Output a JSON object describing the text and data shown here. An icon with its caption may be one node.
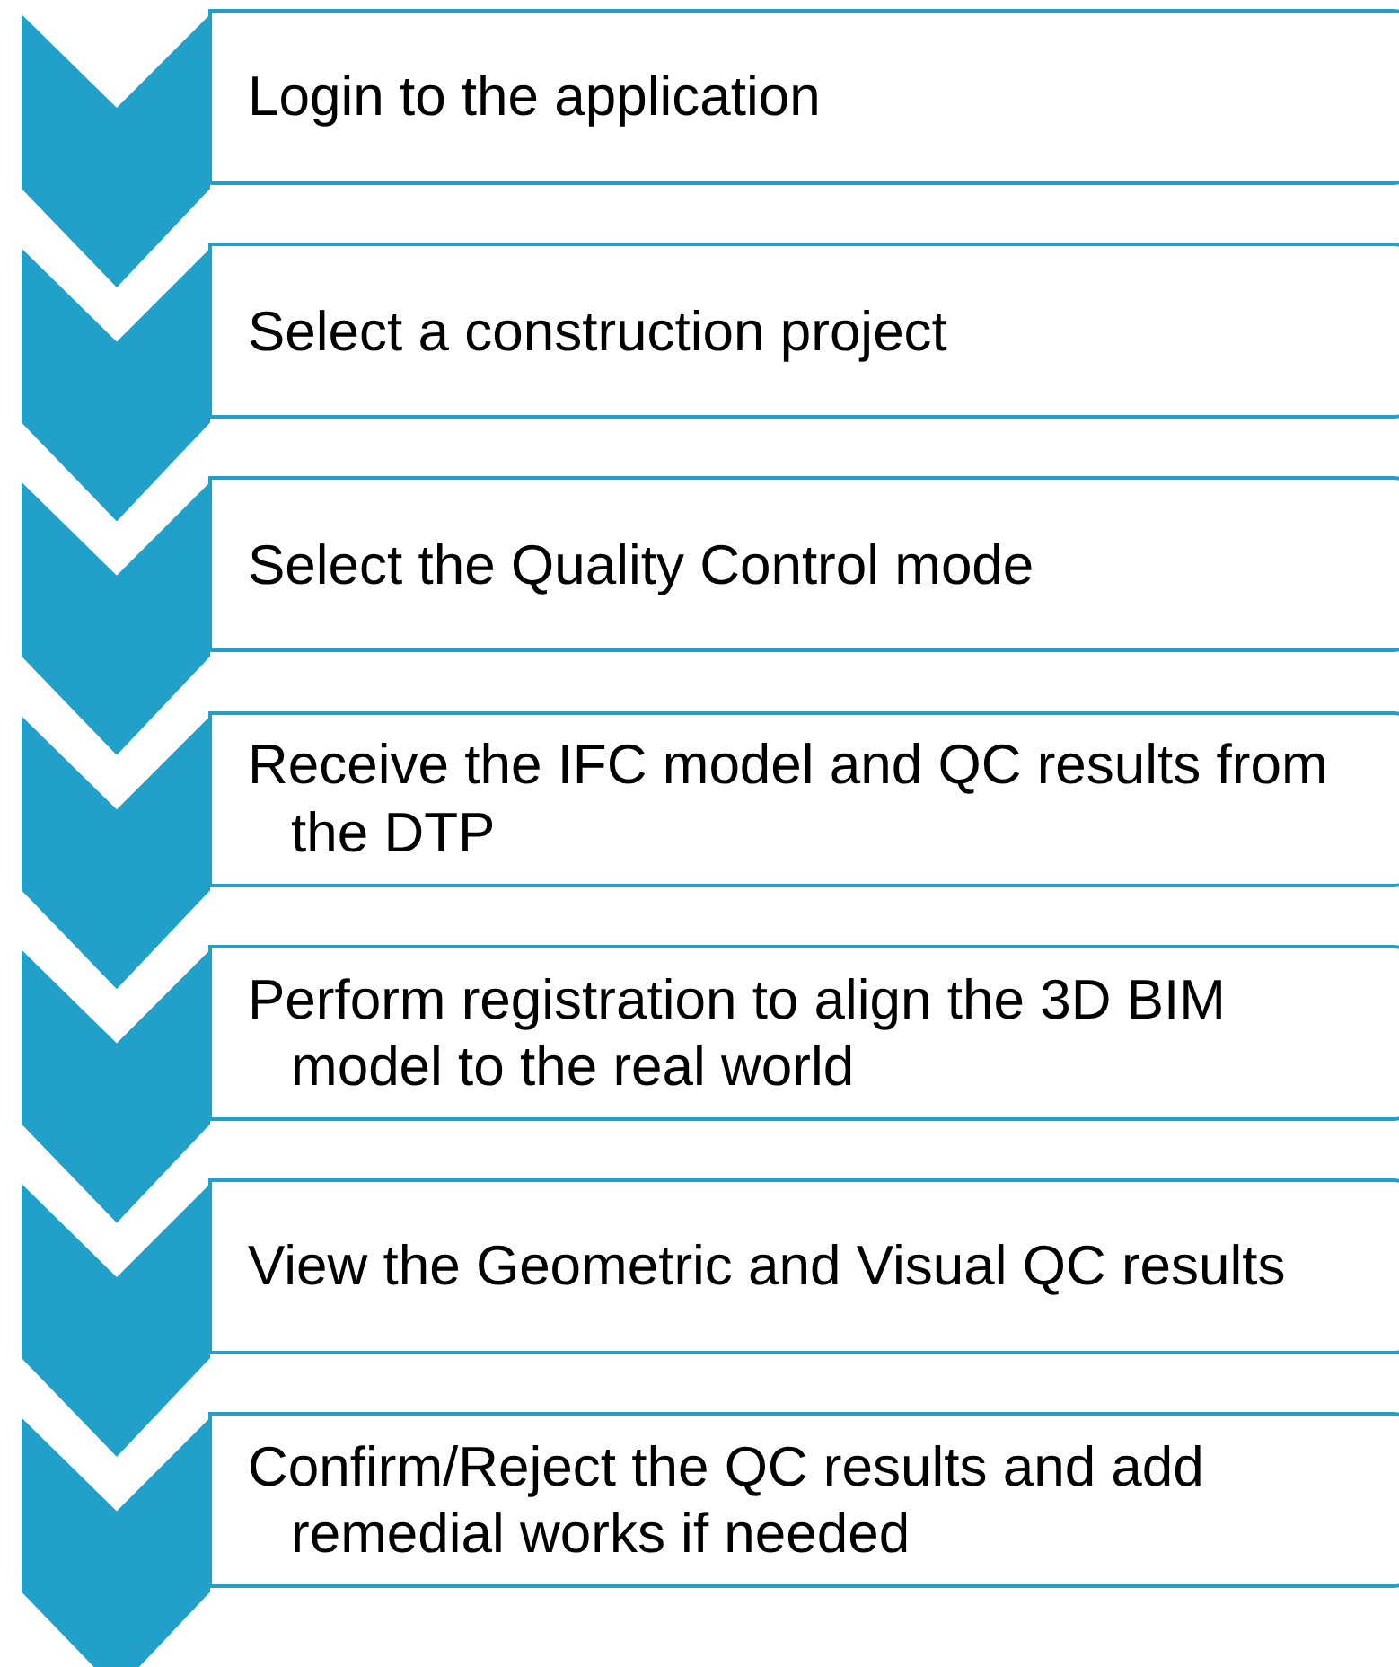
{
  "diagram": {
    "nodes": [
      {
        "text": [
          "Login to the application"
        ]
      },
      {
        "text": [
          "Select a construction project"
        ]
      },
      {
        "text": [
          "Select the Quality Control mode"
        ]
      },
      {
        "text": [
          "Receive the IFC model and QC results from the DTP"
        ]
      },
      {
        "text": [
          "Perform registration to align the 3D BIM model to the real world"
        ]
      },
      {
        "text": [
          "View the Geometric and Visual QC results"
        ]
      },
      {
        "text": [
          "Confirm/Reject the QC results and add remedial works if needed"
        ]
      }
    ]
  }
}
